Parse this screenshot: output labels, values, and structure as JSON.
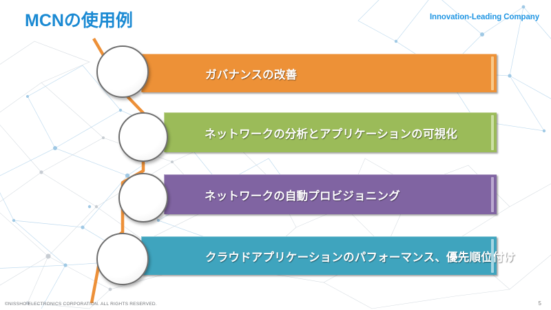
{
  "slide": {
    "title": "MCNの使用例",
    "tagline": "Innovation-Leading Company",
    "title_color": "#1b8ad3",
    "tagline_color": "#2196e3",
    "background_color": "#ffffff",
    "connector_color": "#ED9038"
  },
  "items": [
    {
      "label": "ガバナンスの改善",
      "color": "#ED9137",
      "accent_color": "#F8C98A",
      "circle_label": ""
    },
    {
      "label": "ネットワークの分析とアプリケーションの可視化",
      "color": "#9BBB59",
      "accent_color": "#CDE0A5",
      "circle_label": ""
    },
    {
      "label": "ネットワークの自動プロビジョニング",
      "color": "#8064A2",
      "accent_color": "#BBA9D0",
      "circle_label": ""
    },
    {
      "label": "クラウドアプリケーションのパフォーマンス、優先順位付け",
      "color": "#3FA4BE",
      "accent_color": "#A6D6E3",
      "circle_label": ""
    }
  ],
  "footer": {
    "copyright": "©NISSHO ELECTRONICS CORPORATION. ALL RIGHTS RESERVED.",
    "page_number": "5"
  }
}
